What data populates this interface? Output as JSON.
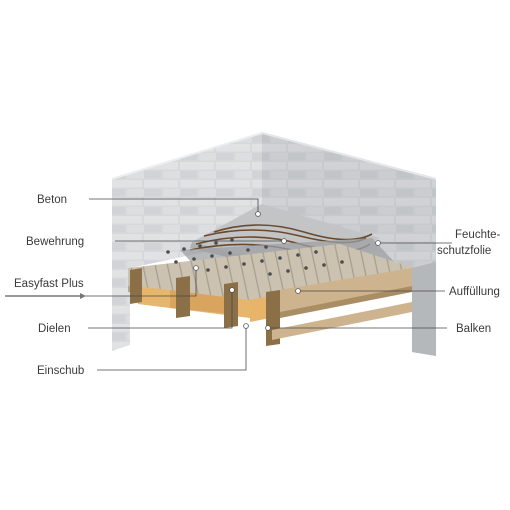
{
  "labels": {
    "beton": "Beton",
    "bewehrung": "Bewehrung",
    "easyfast": "Easyfast Plus",
    "dielen": "Dielen",
    "einschub": "Einschub",
    "feuchte_line1": "Feuchte-",
    "feuchte_line2": "schutzfolie",
    "auffuellung": "Auffüllung",
    "balken": "Balken"
  },
  "colors": {
    "brick_face": "#d4d6d9",
    "brick_light": "#e2e4e6",
    "brick_dark": "#b9bcbf",
    "mortar": "#f2f3f4",
    "concrete": "#bfc1c3",
    "plank": "#c9bfae",
    "insulation": "#e8b46a",
    "beam": "#cdb48e",
    "beam_dark": "#8a6f47"
  }
}
